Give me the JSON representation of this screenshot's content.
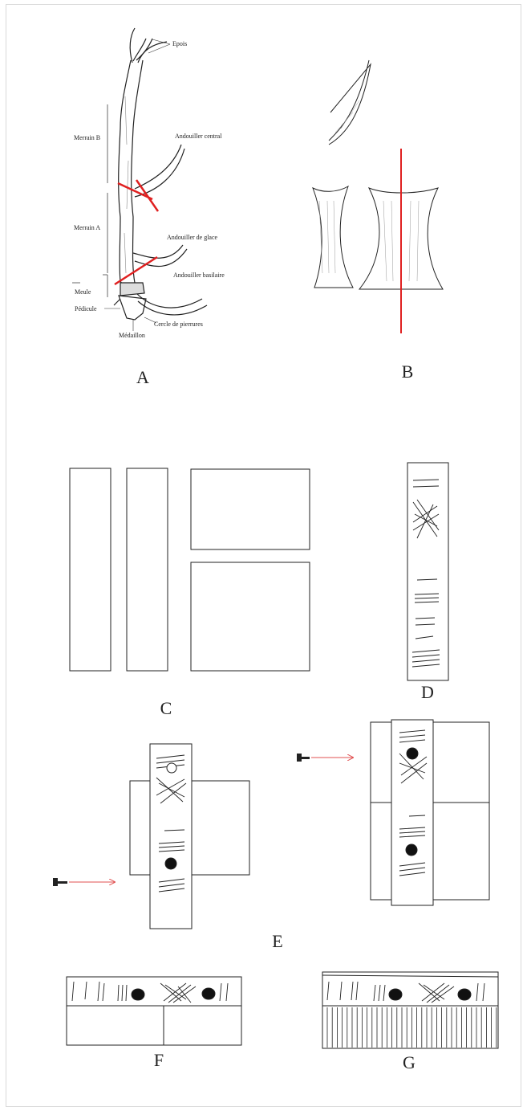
{
  "panels": [
    {
      "id": "A",
      "label": "A"
    },
    {
      "id": "B",
      "label": "B"
    },
    {
      "id": "C",
      "label": "C"
    },
    {
      "id": "D",
      "label": "D"
    },
    {
      "id": "E",
      "label": "E"
    },
    {
      "id": "F",
      "label": "F"
    },
    {
      "id": "G",
      "label": "G"
    }
  ],
  "antler": {
    "labels": {
      "epois": "Epois",
      "merrain_b": "Merrain B",
      "merrain_a": "Merrain A",
      "meule": "Meule",
      "andouiller_central": "Andouiller central",
      "andouiller_glace": "Andouiller de glace",
      "andouiller_basilaire": "Andouiller basilaire",
      "pedicule": "Pédicule",
      "medaillon": "Médaillon",
      "cercle_pierrures": "Cercle de pierrures"
    }
  },
  "colors": {
    "cut_line": "#e02020",
    "arrow": "#e05050",
    "ink": "#1a1a1a"
  }
}
